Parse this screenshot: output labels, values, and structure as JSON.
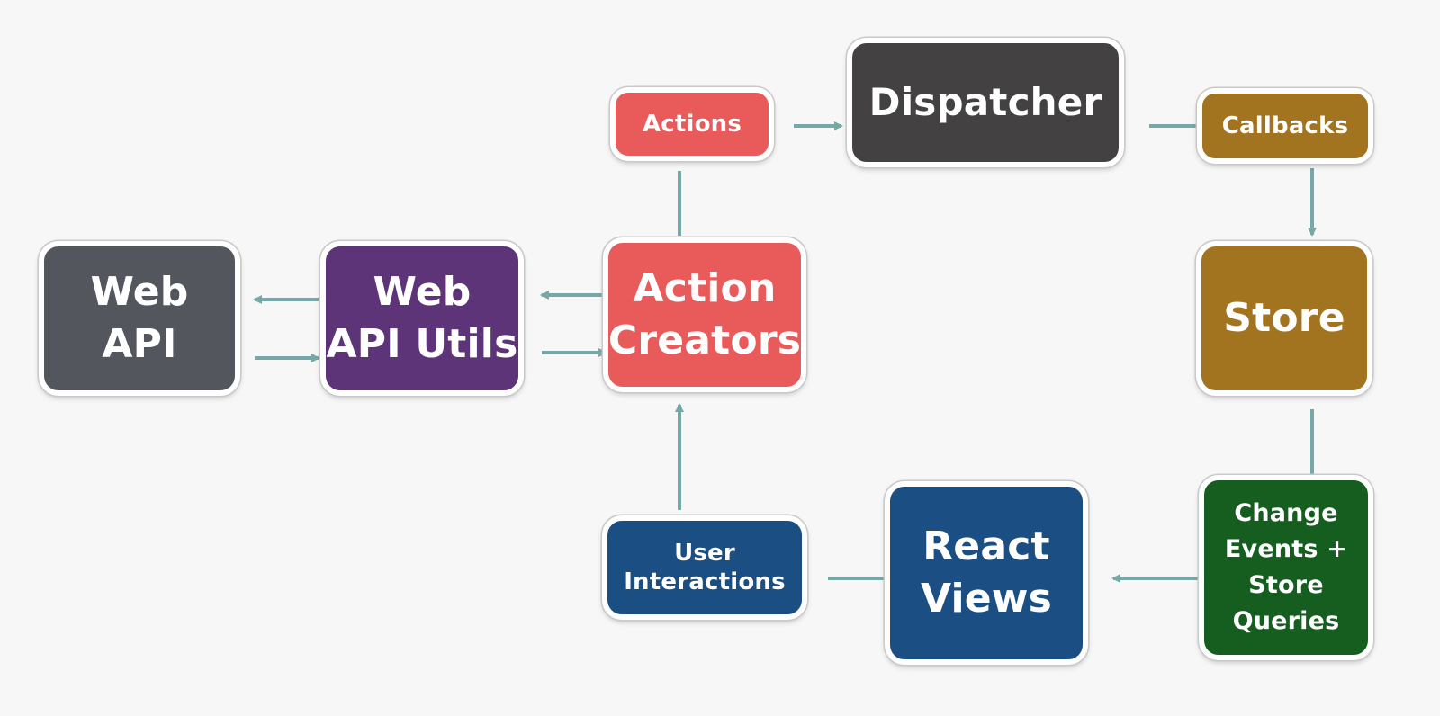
{
  "colors": {
    "background": "#f7f7f7",
    "connector": "#76a8a8",
    "web_api": "#53575d",
    "web_api_utils": "#5e3479",
    "action_creators": "#e95b5b",
    "actions": "#e95b5b",
    "dispatcher": "#434142",
    "callbacks": "#a27420",
    "store": "#a27420",
    "change_events": "#155e20",
    "react_views": "#1b4f83",
    "user_interactions": "#1b4f83"
  },
  "nodes": {
    "web_api": "Web\nAPI",
    "web_api_utils": "Web\nAPI Utils",
    "action_creators": "Action\nCreators",
    "actions": "Actions",
    "dispatcher": "Dispatcher",
    "callbacks": "Callbacks",
    "store": "Store",
    "change_events": "Change\nEvents +\nStore\nQueries",
    "react_views": "React\nViews",
    "user_interactions": "User\nInteractions"
  }
}
